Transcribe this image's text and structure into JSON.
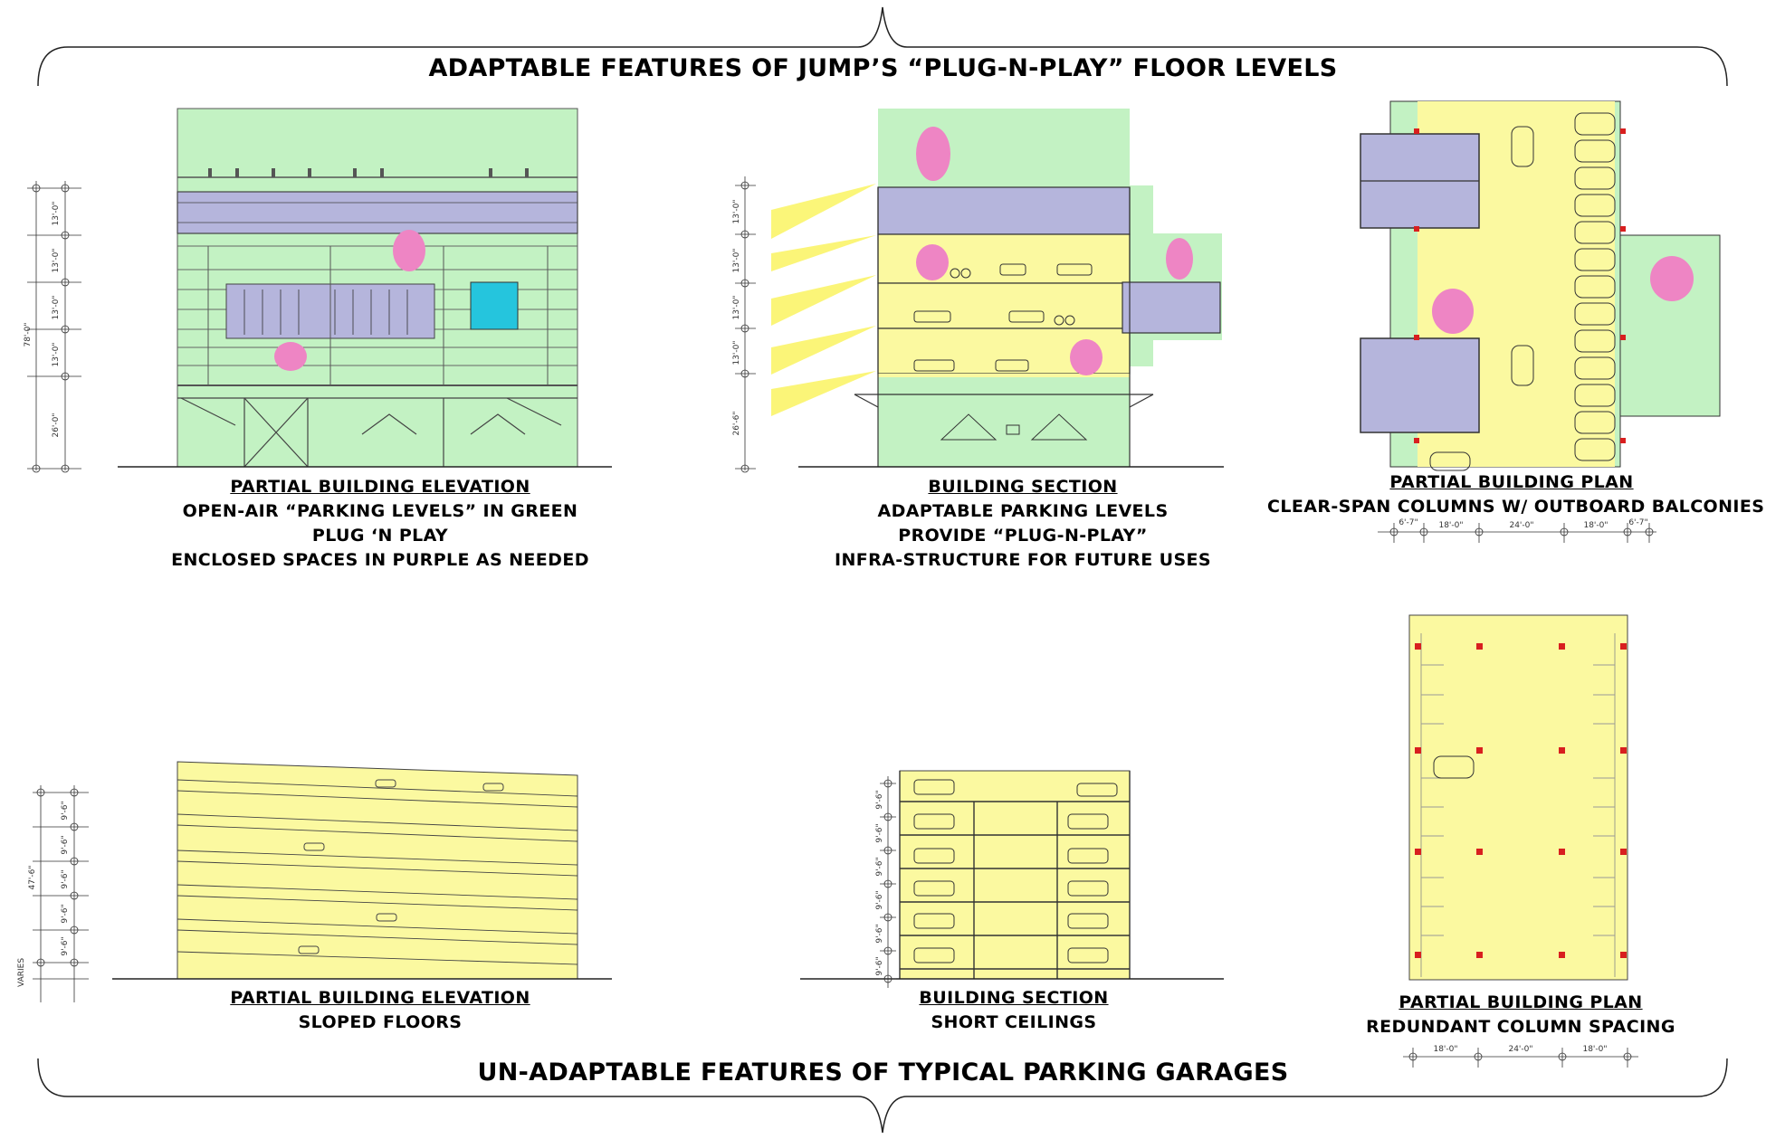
{
  "top_title": "ADAPTABLE FEATURES OF JUMP’S “PLUG-N-PLAY” FLOOR LEVELS",
  "bottom_title": "UN-ADAPTABLE FEATURES OF TYPICAL PARKING GARAGES",
  "colors": {
    "open_air_green": "#c3f2c3",
    "enclosed_purple": "#b5b5dc",
    "parking_yellow": "#fbf9a0",
    "pink_marker": "#ee85c4",
    "cyan_panel": "#25c5dd",
    "column_red": "#d81f1f"
  },
  "adaptable": {
    "elevation": {
      "heading": "PARTIAL BUILDING ELEVATION",
      "lines": [
        "OPEN-AIR “PARKING LEVELS” IN GREEN",
        "PLUG ‘N PLAY",
        "ENCLOSED SPACES IN PURPLE AS NEEDED"
      ],
      "dims": [
        "13'-0\"",
        "13'-0\"",
        "13'-0\"",
        "13'-0\"",
        "26'-0\""
      ],
      "overall": "78'-0\""
    },
    "section": {
      "heading": "BUILDING SECTION",
      "lines": [
        "ADAPTABLE PARKING LEVELS",
        "PROVIDE “PLUG-N-PLAY”",
        "INFRA-STRUCTURE FOR FUTURE USES"
      ],
      "dims": [
        "13'-0\"",
        "13'-0\"",
        "13'-0\"",
        "13'-0\"",
        "26'-6\""
      ]
    },
    "plan": {
      "heading": "PARTIAL BUILDING PLAN",
      "lines": [
        "CLEAR-SPAN COLUMNS W/ OUTBOARD BALCONIES"
      ],
      "dims": [
        "6'-7\"",
        "18'-0\"",
        "24'-0\"",
        "18'-0\"",
        "6'-7\""
      ]
    }
  },
  "unadaptable": {
    "elevation": {
      "heading": "PARTIAL BUILDING ELEVATION",
      "lines": [
        "SLOPED FLOORS"
      ],
      "dims": [
        "9'-6\"",
        "9'-6\"",
        "9'-6\"",
        "9'-6\"",
        "9'-6\""
      ],
      "overall": "47'-6\"",
      "varies": "VARIES"
    },
    "section": {
      "heading": "BUILDING SECTION",
      "lines": [
        "SHORT CEILINGS"
      ],
      "dims": [
        "9'-6\"",
        "9'-6\"",
        "9'-6\"",
        "9'-6\"",
        "9'-6\"",
        "9'-6\""
      ]
    },
    "plan": {
      "heading": "PARTIAL BUILDING PLAN",
      "lines": [
        "REDUNDANT COLUMN SPACING"
      ],
      "dims": [
        "18'-0\"",
        "24'-0\"",
        "18'-0\""
      ]
    }
  }
}
